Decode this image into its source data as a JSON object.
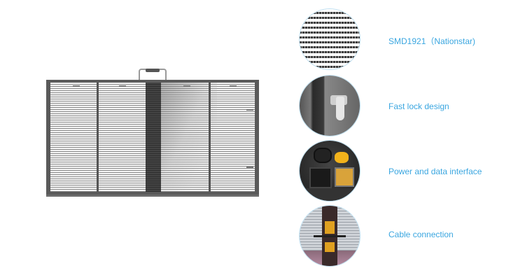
{
  "product_image": {
    "name": "Transparent LED display cabinet",
    "panels": 4
  },
  "features": [
    {
      "label": "SMD1921（Nationstar)",
      "icon": "smd-led-closeup"
    },
    {
      "label": "Fast lock design",
      "icon": "fast-lock-closeup"
    },
    {
      "label": "Power and data interface",
      "icon": "power-data-port-closeup"
    },
    {
      "label": "Cable connection",
      "icon": "cable-connection-closeup"
    }
  ],
  "colors": {
    "label_text": "#3aa6e0",
    "circle_border": "#bfe0f2"
  }
}
